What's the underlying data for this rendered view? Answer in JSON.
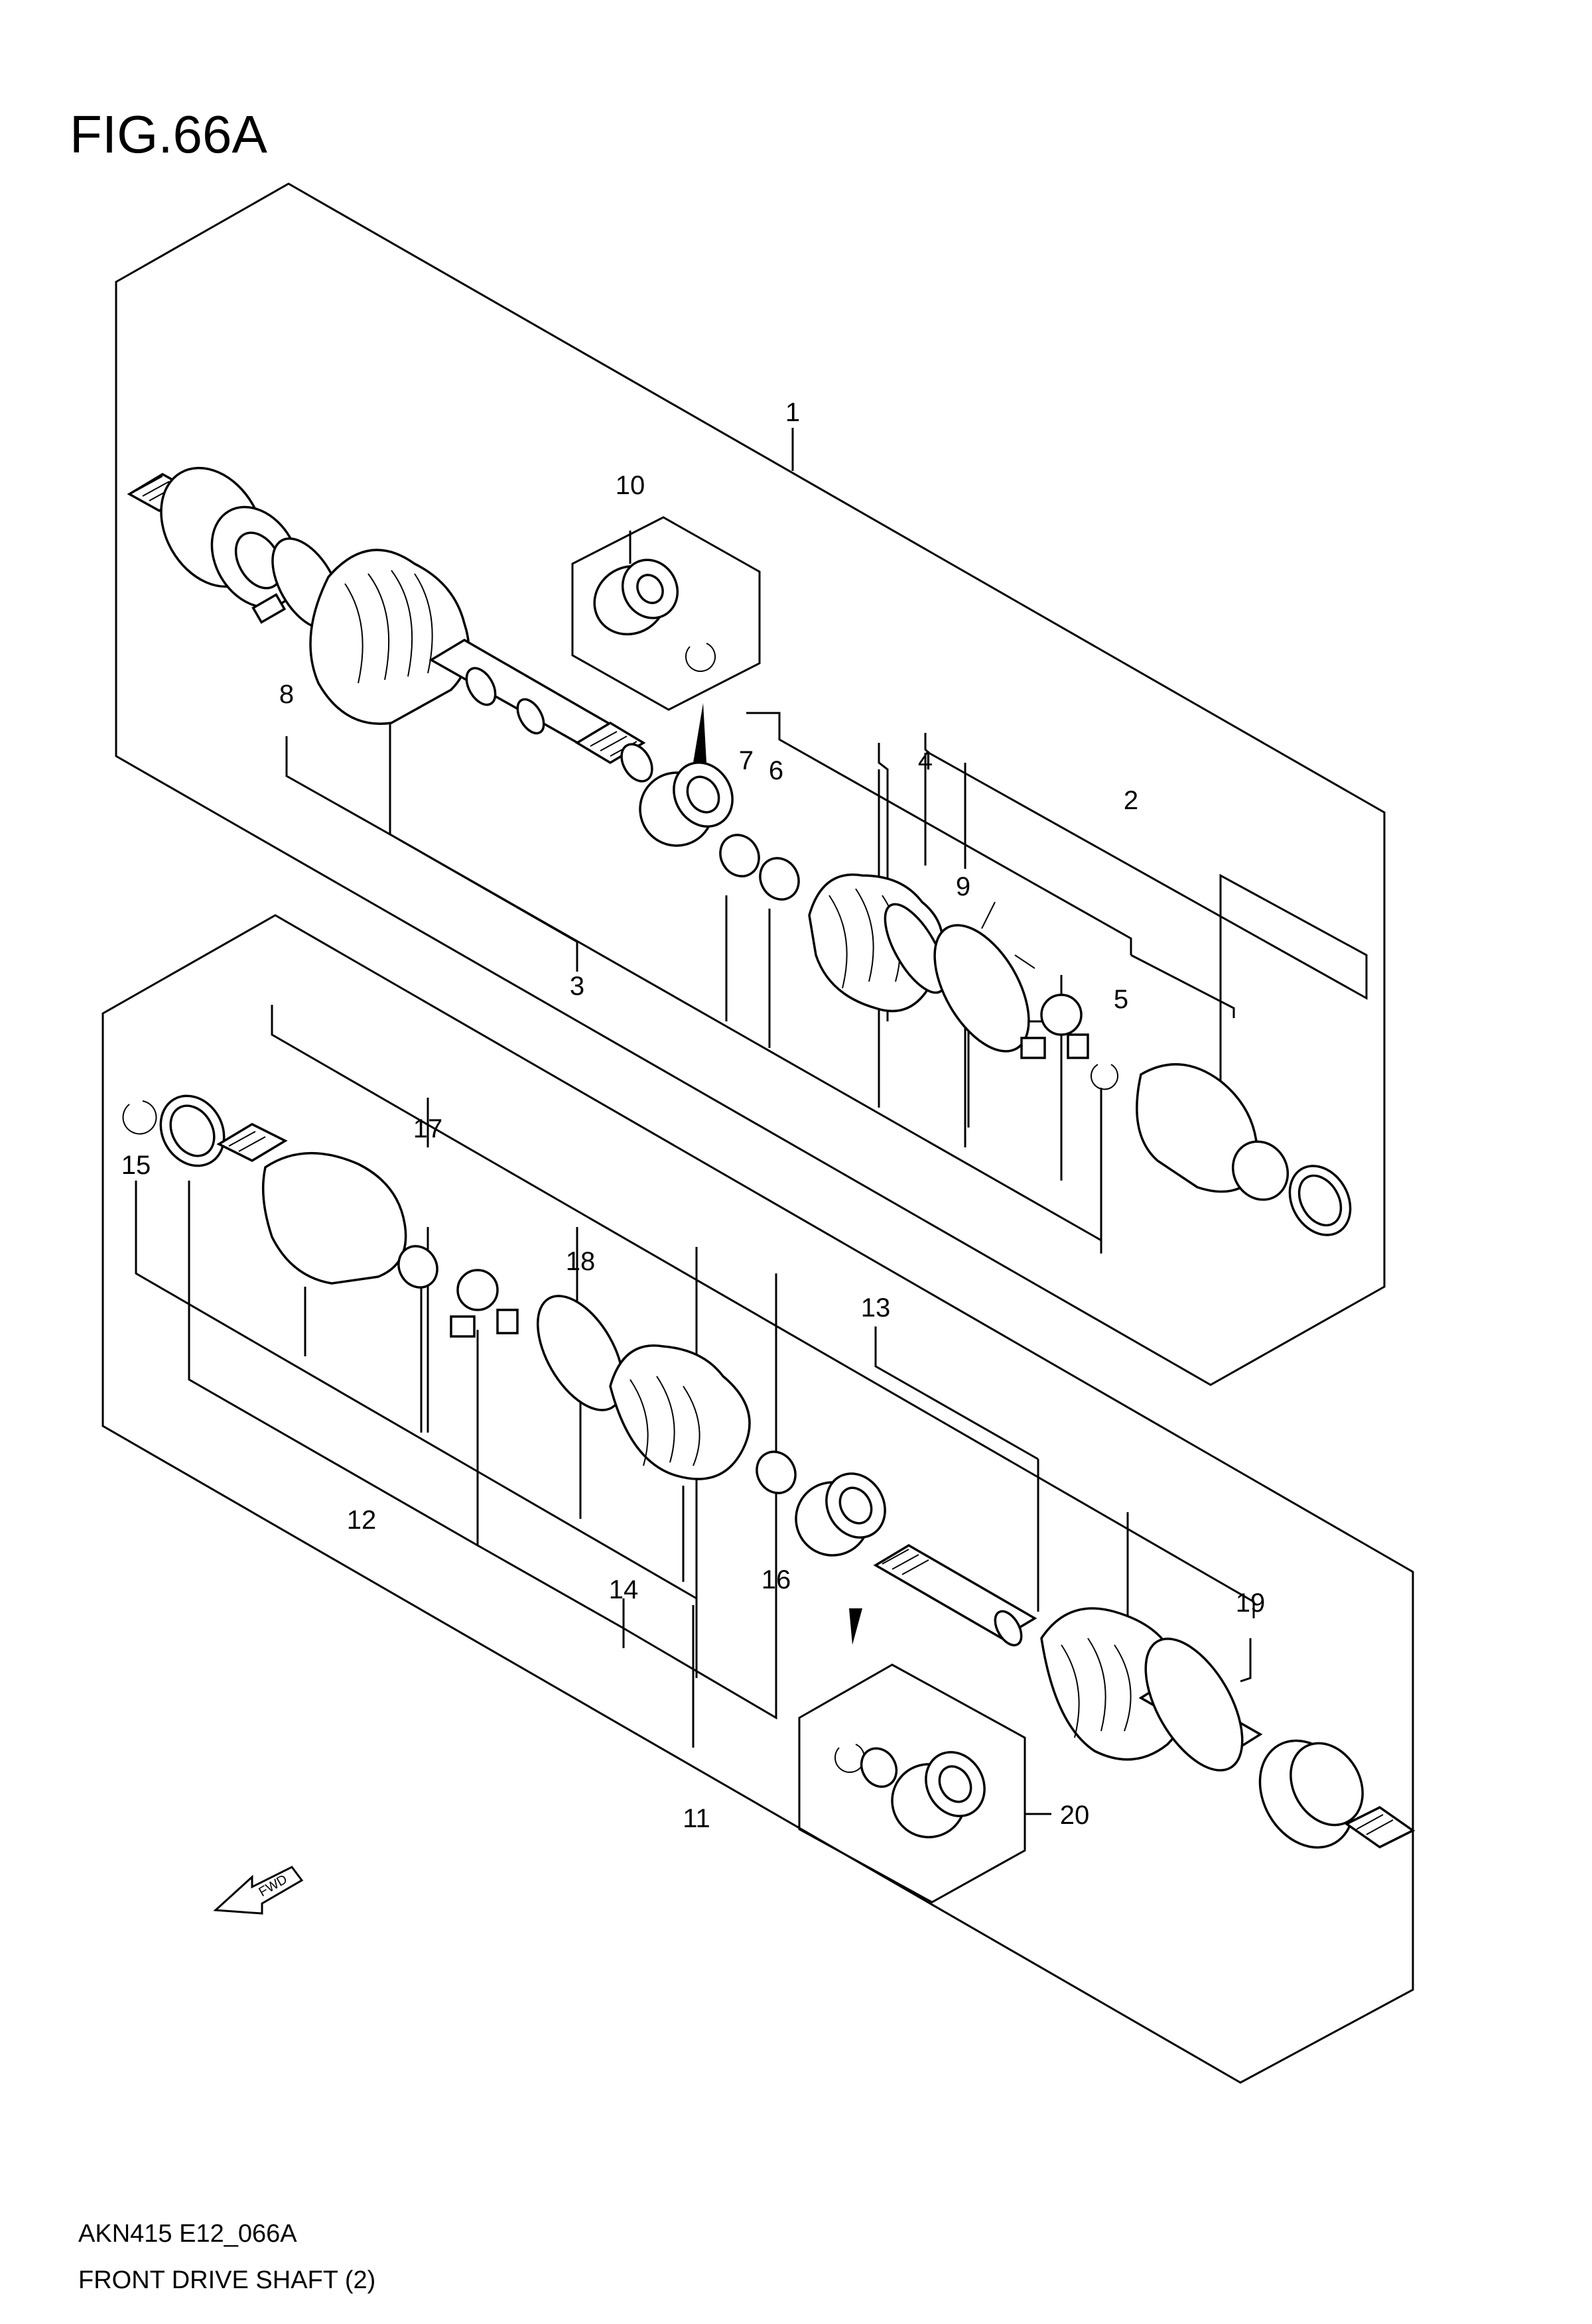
{
  "figure_title": "FIG.66A",
  "footer": {
    "code": "AKN415 E12_066A",
    "name": "FRONT DRIVE SHAFT (2)"
  },
  "callouts": {
    "c1": "1",
    "c2": "2",
    "c3": "3",
    "c4": "4",
    "c5": "5",
    "c6": "6",
    "c7": "7",
    "c8": "8",
    "c9": "9",
    "c10": "10",
    "c11": "11",
    "c12": "12",
    "c13": "13",
    "c14": "14",
    "c15": "15",
    "c16": "16",
    "c17": "17",
    "c18": "18",
    "c19": "19",
    "c20": "20"
  },
  "fwd_label": "FWD"
}
